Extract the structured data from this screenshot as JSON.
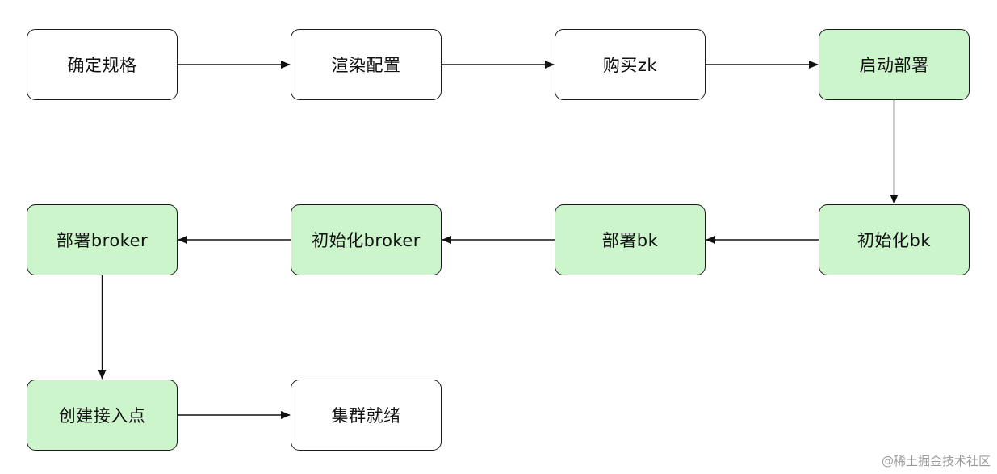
{
  "nodes": [
    {
      "id": "n1",
      "label": "确定规格",
      "status": "pending"
    },
    {
      "id": "n2",
      "label": "渲染配置",
      "status": "pending"
    },
    {
      "id": "n3",
      "label": "购买zk",
      "status": "pending"
    },
    {
      "id": "n4",
      "label": "启动部署",
      "status": "done"
    },
    {
      "id": "n5",
      "label": "初始化bk",
      "status": "done"
    },
    {
      "id": "n6",
      "label": "部署bk",
      "status": "done"
    },
    {
      "id": "n7",
      "label": "初始化broker",
      "status": "done"
    },
    {
      "id": "n8",
      "label": "部署broker",
      "status": "done"
    },
    {
      "id": "n9",
      "label": "创建接入点",
      "status": "done"
    },
    {
      "id": "n10",
      "label": "集群就绪",
      "status": "pending"
    }
  ],
  "edges": [
    {
      "from": "n1",
      "to": "n2"
    },
    {
      "from": "n2",
      "to": "n3"
    },
    {
      "from": "n3",
      "to": "n4"
    },
    {
      "from": "n4",
      "to": "n5"
    },
    {
      "from": "n5",
      "to": "n6"
    },
    {
      "from": "n6",
      "to": "n7"
    },
    {
      "from": "n7",
      "to": "n8"
    },
    {
      "from": "n8",
      "to": "n9"
    },
    {
      "from": "n9",
      "to": "n10"
    }
  ],
  "colors": {
    "done_fill": "#ccf5cc",
    "pending_fill": "#ffffff",
    "stroke": "#1a1a1a"
  },
  "watermark": "@稀土掘金技术社区"
}
